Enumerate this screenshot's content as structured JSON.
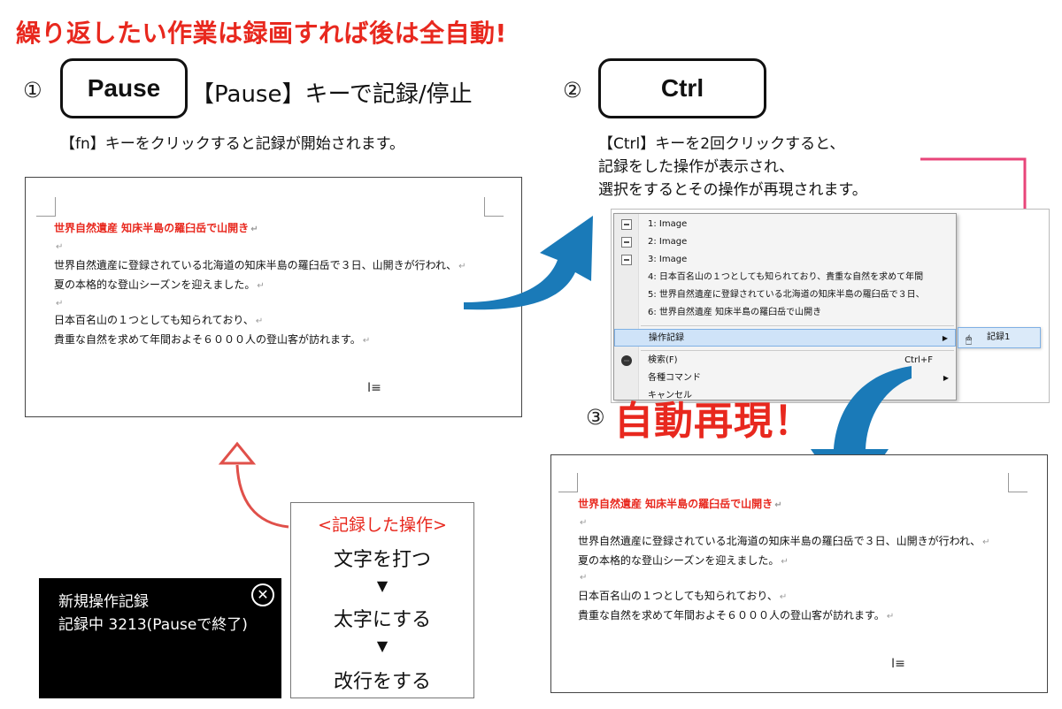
{
  "headline": "繰り返したい作業は録画すれば後は全自動!",
  "step1": {
    "number": "①",
    "key": "Pause",
    "label": "【Pause】キーで記録/停止",
    "note": "【fn】キーをクリックすると記録が開始されます。"
  },
  "step2": {
    "number": "②",
    "key": "Ctrl",
    "note_lines": [
      "【Ctrl】キーを2回クリックすると、",
      "記録をした操作が表示され、",
      "選択をするとその操作が再現されます。"
    ]
  },
  "step3": {
    "number": "③",
    "label": "自動再現！"
  },
  "document": {
    "title": "世界自然遺産 知床半島の羅臼岳で山開き",
    "lines": [
      "世界自然遺産に登録されている北海道の知床半島の羅臼岳で３日、山開きが行われ、",
      "夏の本格的な登山シーズンを迎えました。",
      "日本百名山の１つとしても知られており、",
      "貴重な自然を求めて年間およそ６０００人の登山客が訪れます。"
    ],
    "return_mark": "↵"
  },
  "context_menu": {
    "items": [
      {
        "label": "1: Image",
        "icon": "image-icon"
      },
      {
        "label": "2: Image",
        "icon": "image-icon"
      },
      {
        "label": "3: Image",
        "icon": "image-icon"
      },
      {
        "label": "4: 日本百名山の１つとしても知られており、貴重な自然を求めて年間"
      },
      {
        "label": "5: 世界自然遺産に登録されている北海道の知床半島の羅臼岳で３日、"
      },
      {
        "label": "6: 世界自然遺産 知床半島の羅臼岳で山開き"
      }
    ],
    "highlighted": "操作記録",
    "search": {
      "label": "検索(F)",
      "shortcut": "Ctrl+F"
    },
    "commands": "各種コマンド",
    "cancel": "キャンセル",
    "submenu_item": "記録1"
  },
  "recorded_ops": {
    "title": "<記録した操作>",
    "items": [
      "文字を打つ",
      "太字にする",
      "改行をする"
    ],
    "arrow": "▼"
  },
  "recorder": {
    "title": "新規操作記録",
    "status": "記録中 3213(Pauseで終了)",
    "close": "✕"
  },
  "colors": {
    "accent_red": "#e8281e",
    "arrow_blue": "#1a7ab8"
  }
}
